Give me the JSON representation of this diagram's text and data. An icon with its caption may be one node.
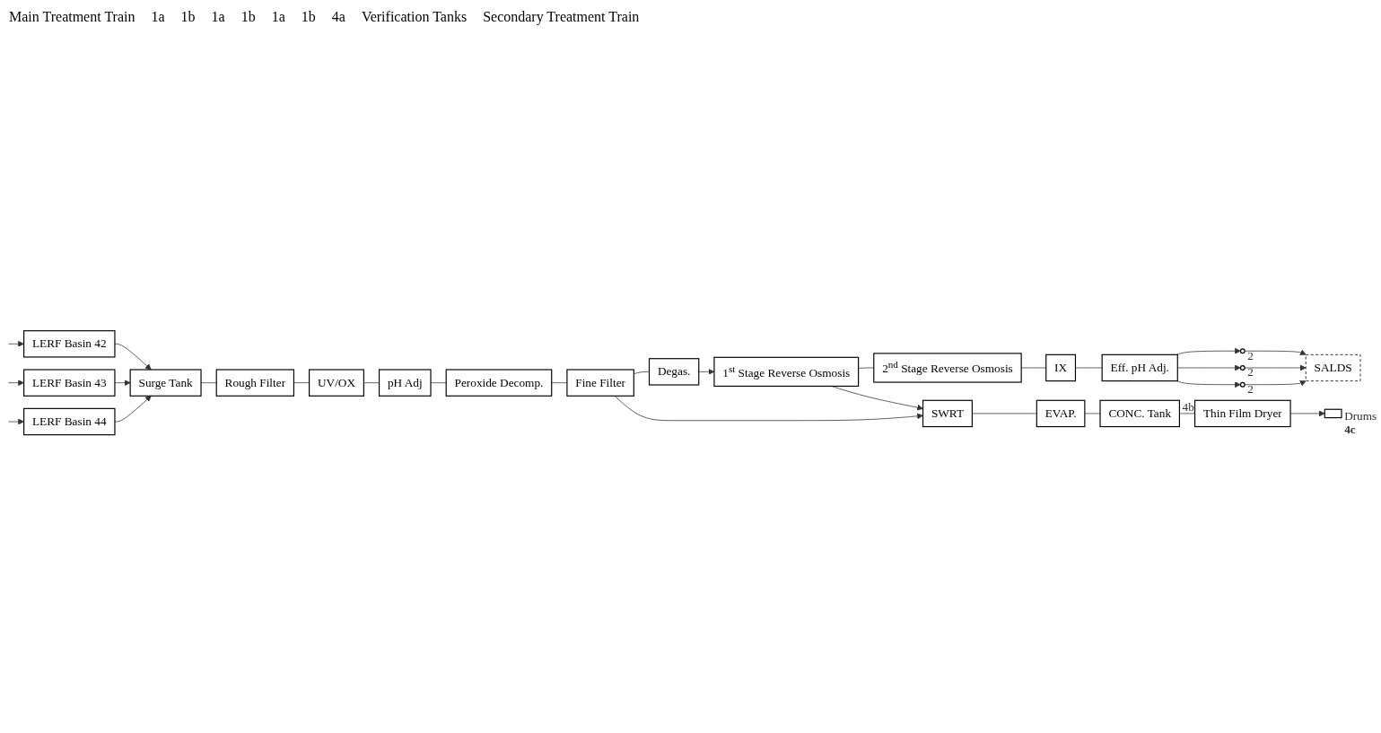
{
  "diagram": {
    "nodes": [
      {
        "text": [
          "LERF Basin 42"
        ]
      },
      {
        "text": [
          "LERF Basin 43"
        ]
      },
      {
        "text": [
          "LERF Basin 44"
        ]
      },
      {
        "text": [
          "Surge Tank"
        ]
      },
      {
        "text": [
          "Rough Filter"
        ]
      },
      {
        "text": [
          "UV/OX"
        ]
      },
      {
        "text": [
          "pH Adj"
        ]
      },
      {
        "text": [
          "Peroxide Decomp."
        ]
      },
      {
        "text": [
          "Fine Filter"
        ]
      },
      {
        "text": [
          "Degas."
        ]
      },
      {
        "text": [
          "1$^{st}$ Stage Reverse Osmosis"
        ]
      },
      {
        "text": [
          "2$^{nd}$ Stage Reverse Osmosis"
        ]
      },
      {
        "text": [
          "IX"
        ]
      },
      {
        "text": [
          "Eff. pH Adj."
        ]
      },
      {
        "text": [
          "SWRT"
        ]
      },
      {
        "text": [
          "EVAP."
        ]
      },
      {
        "text": [
          "CONC. Tank"
        ],
        "beside": [
          "4b"
        ]
      },
      {
        "text": [
          "Thin Film Dryer"
        ]
      },
      {
        "text": [],
        "shape": "box",
        "beside": [
          "Drums",
          "4c"
        ]
      },
      {
        "text": [],
        "shape": "circle",
        "beside": [
          "2"
        ]
      },
      {
        "text": [],
        "shape": "circle",
        "beside": [
          "2"
        ]
      },
      {
        "text": [],
        "shape": "circle",
        "beside": [
          "2"
        ]
      },
      {
        "text": [
          "SALDS"
        ]
      }
    ],
    "edges": [
      {
        "from": null,
        "to": 0,
        "arrow": "to"
      },
      {
        "from": null,
        "to": 1,
        "arrow": "to"
      },
      {
        "from": null,
        "to": 2,
        "arrow": "to"
      },
      {
        "from": 0,
        "to": 3,
        "arrow": "to"
      },
      {
        "from": 1,
        "to": 3,
        "arrow": "to"
      },
      {
        "from": 2,
        "to": 3,
        "arrow": "to"
      },
      {
        "from": 3,
        "to": 4,
        "arrow": "none"
      },
      {
        "from": 4,
        "to": 5,
        "arrow": "none"
      },
      {
        "from": 5,
        "to": 6,
        "arrow": "none"
      },
      {
        "from": 6,
        "to": 7,
        "arrow": "none"
      },
      {
        "from": 7,
        "to": 8,
        "arrow": "none"
      },
      {
        "from": 8,
        "to": 9,
        "arrow": "none"
      },
      {
        "from": 8,
        "to": 14,
        "arrow": "to"
      },
      {
        "from": 9,
        "to": 10,
        "arrow": "to"
      },
      {
        "from": 10,
        "to": 11,
        "arrow": "none"
      },
      {
        "from": 11,
        "to": 12,
        "arrow": "none"
      },
      {
        "from": 12,
        "to": 13,
        "arrow": "none"
      },
      {
        "from": 10,
        "to": 14,
        "arrow": "to"
      },
      {
        "from": 13,
        "to": 19,
        "arrow": "to"
      },
      {
        "from": 13,
        "to": 20,
        "arrow": "to"
      },
      {
        "from": 13,
        "to": 21,
        "arrow": "to"
      },
      {
        "from": 19,
        "to": 22,
        "arrow": "to"
      },
      {
        "from": 20,
        "to": 22,
        "arrow": "to"
      },
      {
        "from": 21,
        "to": 22,
        "arrow": "to"
      },
      {
        "from": 14,
        "to": 15,
        "arrow": "none"
      },
      {
        "from": 15,
        "to": 16,
        "arrow": "none"
      },
      {
        "from": 16,
        "to": 17,
        "arrow": "none"
      },
      {
        "from": 17,
        "to": 18,
        "arrow": "to"
      }
    ],
    "labels": [
      "Main Treatment Train",
      "1a",
      "1b",
      "1a",
      "1b",
      "1a",
      "1b",
      "4a",
      "Verification Tanks",
      "Secondary Treatment Train"
    ]
  }
}
